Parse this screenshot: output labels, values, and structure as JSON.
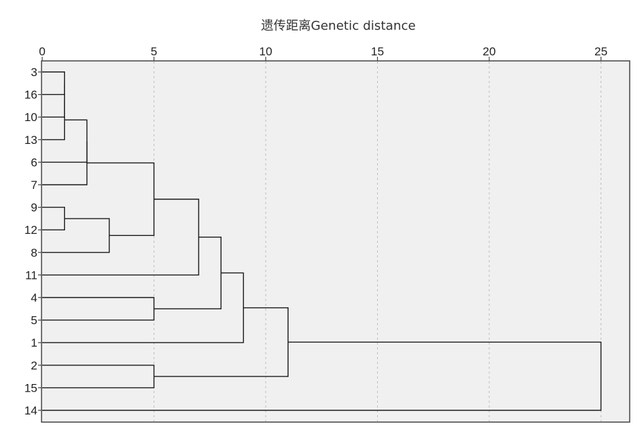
{
  "title": "遗传距离Genetic distance",
  "x_ticks": [
    0,
    5,
    10,
    15,
    20,
    25
  ],
  "x_range": [
    0,
    25
  ],
  "leaves": [
    "3",
    "16",
    "10",
    "13",
    "6",
    "7",
    "9",
    "12",
    "8",
    "11",
    "4",
    "5",
    "1",
    "2",
    "15",
    "14"
  ],
  "merges": [
    {
      "a": "3",
      "b": "16",
      "distance": 1
    },
    {
      "a": "3-16",
      "b": "10",
      "distance": 1
    },
    {
      "a": "3-16-10",
      "b": "13",
      "distance": 1
    },
    {
      "a": "9",
      "b": "12",
      "distance": 1
    },
    {
      "a": "3-16-10-13",
      "b": "6",
      "distance": 2
    },
    {
      "a": "3-16-10-13-6",
      "b": "7",
      "distance": 2
    },
    {
      "a": "9-12",
      "b": "8",
      "distance": 3
    },
    {
      "a": "4",
      "b": "5",
      "distance": 5
    },
    {
      "a": "2",
      "b": "15",
      "distance": 5
    },
    {
      "a": "cluster-A",
      "b": "cluster-B",
      "distance": 5
    },
    {
      "a": "cluster-AB",
      "b": "11",
      "distance": 7
    },
    {
      "a": "cluster-AB-11",
      "b": "4-5",
      "distance": 8
    },
    {
      "a": "cluster-AB-11-4-5",
      "b": "1",
      "distance": 9
    },
    {
      "a": "cluster-main",
      "b": "2-15",
      "distance": 11
    },
    {
      "a": "cluster-all",
      "b": "14",
      "distance": 25
    }
  ],
  "colors": {
    "plot_background": "#f0f0f0",
    "frame": "#444444",
    "line": "#1a1a1a",
    "grid": "#bdbdbd"
  }
}
